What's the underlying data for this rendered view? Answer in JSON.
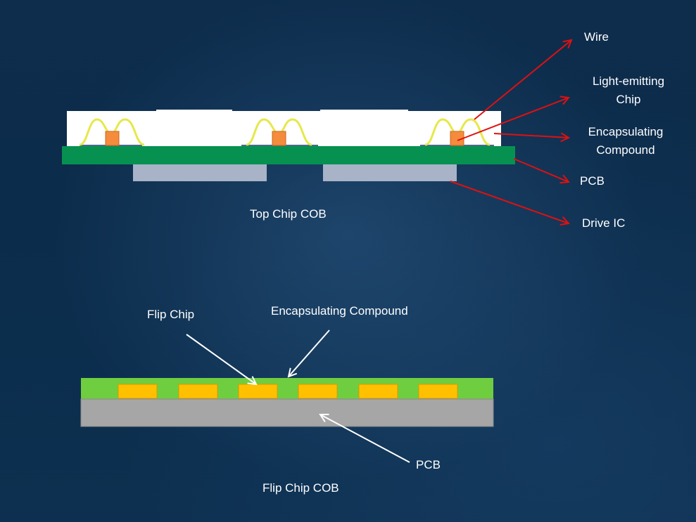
{
  "top_diagram": {
    "caption": "Top Chip COB",
    "labels": {
      "wire": "Wire",
      "light_emitting_chip_line1": "Light-emitting",
      "light_emitting_chip_line2": "Chip",
      "encapsulating_line1": "Encapsulating",
      "encapsulating_line2": "Compound",
      "pcb": "PCB",
      "drive_ic": "Drive IC"
    }
  },
  "bottom_diagram": {
    "caption": "Flip Chip COB",
    "labels": {
      "flip_chip": "Flip Chip",
      "encapsulating_compound": "Encapsulating Compound",
      "pcb": "PCB"
    }
  },
  "colors": {
    "background": "#0c2c4b",
    "encapsulant_white": "#ffffff",
    "pcb_green": "#079150",
    "drive_ic": "#a8b3c8",
    "chip_orange": "#f58b3c",
    "wire_yellow": "#e6e84a",
    "arrow_red": "#e01010",
    "flip_green": "#6fce3f",
    "flip_chip_yellow": "#ffc000",
    "flip_pcb_gray": "#a6a6a6",
    "arrow_white": "#ffffff"
  }
}
